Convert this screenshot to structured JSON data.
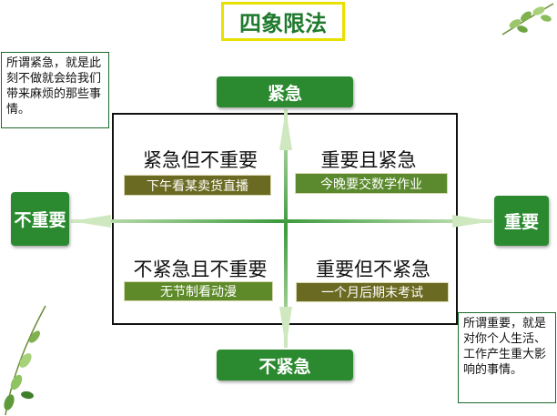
{
  "title": "四象限法",
  "notes": {
    "urgent_definition": "所谓紧急，就是此刻不做就会给我们带来麻烦的那些事情。",
    "important_definition": "所谓重要，就是对你个人生活、工作产生重大影响的事情。"
  },
  "axes": {
    "top": "紧急",
    "bottom": "不紧急",
    "left": "不重要",
    "right": "重要"
  },
  "quadrants": [
    {
      "title": "紧急但不重要",
      "example": "下午看某卖货直播"
    },
    {
      "title": "重要且紧急",
      "example": "今晚要交数学作业"
    },
    {
      "title": "不紧急且不重要",
      "example": "无节制看动漫"
    },
    {
      "title": "重要但不紧急",
      "example": "一个月后期末考试"
    }
  ],
  "colors": {
    "accent_green": "#2b8a2f",
    "title_border": "#e8e000",
    "arrow_green": "#3c9a3c"
  }
}
